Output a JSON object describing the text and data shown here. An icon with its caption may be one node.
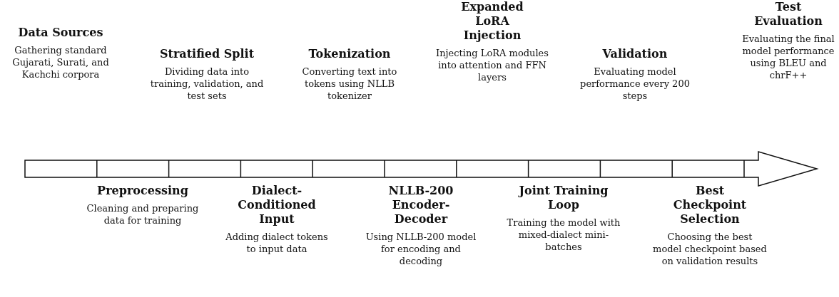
{
  "diagram": {
    "nodes": [
      {
        "text": [
          "Data Sources",
          "Gathering standard Gujarati, Surati, and Kachchi corpora"
        ]
      },
      {
        "text": [
          "Preprocessing",
          "Cleaning and preparing data for training"
        ]
      },
      {
        "text": [
          "Stratified Split",
          "Dividing data into training, validation, and test sets"
        ]
      },
      {
        "text": [
          "Dialect-Conditioned Input",
          "Adding dialect tokens to input data"
        ]
      },
      {
        "text": [
          "Tokenization",
          "Converting text into tokens using NLLB tokenizer"
        ]
      },
      {
        "text": [
          "NLLB-200 Encoder-Decoder",
          "Using NLLB-200 model for encoding and decoding"
        ]
      },
      {
        "text": [
          "Expanded LoRA Injection",
          "Injecting LoRA modules into attention and FFN layers"
        ]
      },
      {
        "text": [
          "Joint Training Loop",
          "Training the model with mixed-dialect mini-batches"
        ]
      },
      {
        "text": [
          "Validation",
          "Evaluating model performance every 200 steps"
        ]
      },
      {
        "text": [
          "Best Checkpoint Selection",
          "Choosing the best model checkpoint based on validation results"
        ]
      },
      {
        "text": [
          "Test Evaluation",
          "Evaluating the final model performance using BLEU and chrF++"
        ]
      }
    ]
  }
}
